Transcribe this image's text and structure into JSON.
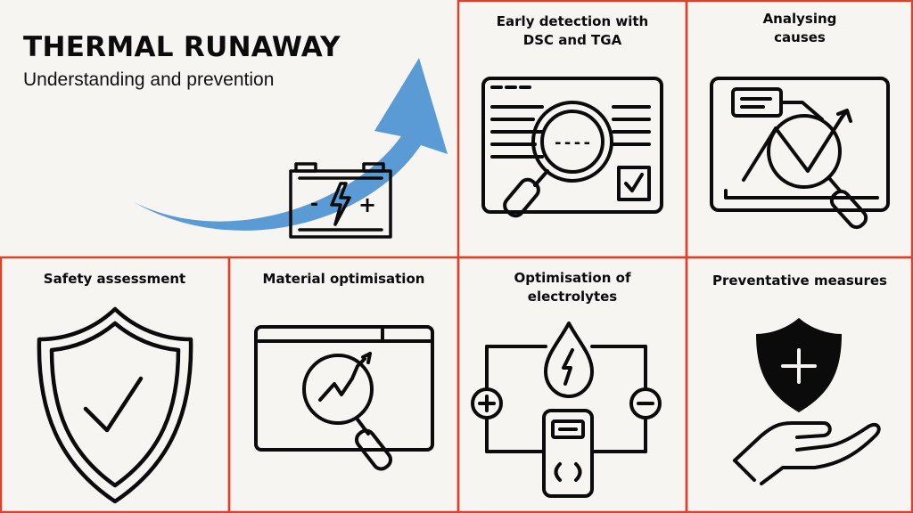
{
  "header": {
    "title": "THERMAL RUNAWAY",
    "subtitle": "Understanding and prevention"
  },
  "colors": {
    "border": "#d8432b",
    "arrow": "#5b9bd5",
    "ink": "#0b0b0b",
    "background": "#f7f5f2"
  },
  "panels": [
    {
      "id": "early-detection",
      "title_line1": "Early detection with",
      "title_line2": "DSC and TGA",
      "icon": "magnifier-document-icon"
    },
    {
      "id": "analysing-causes",
      "title_line1": "Analysing",
      "title_line2": "causes",
      "icon": "magnifier-chart-icon"
    },
    {
      "id": "safety-assessment",
      "title_line1": "Safety assessment",
      "icon": "shield-check-icon"
    },
    {
      "id": "material-optimisation",
      "title_line1": "Material optimisation",
      "icon": "window-magnifier-icon"
    },
    {
      "id": "electrolytes",
      "title_line1": "Optimisation of",
      "title_line2": "electrolytes",
      "icon": "electrolyte-circuit-icon"
    },
    {
      "id": "preventative",
      "title_line1": "Preventative measures",
      "icon": "hand-shield-icon"
    }
  ],
  "battery": {
    "minus": "-",
    "plus": "+"
  },
  "doc_icon": {
    "dashes": "----"
  }
}
